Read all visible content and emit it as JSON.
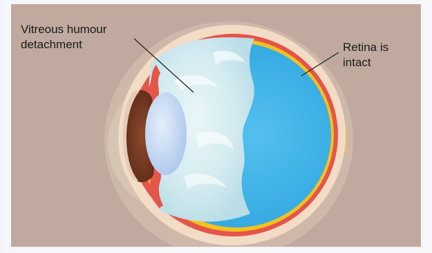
{
  "labels": {
    "vitreous_line1": "Vitreous humour",
    "vitreous_line2": "detachment",
    "retina_line1": "Retina is",
    "retina_line2": "intact"
  },
  "colors": {
    "background": "#c0aaa0",
    "vitreous": "#cfe8ee",
    "detached_space": "#3fb3e6",
    "retina": "#f3c21e",
    "choroid": "#e4554a",
    "sclera": "#f3dcc6",
    "iris": "#7a3a22",
    "lens": "#c9dcf3",
    "optic_nerve": "#f5b228"
  }
}
